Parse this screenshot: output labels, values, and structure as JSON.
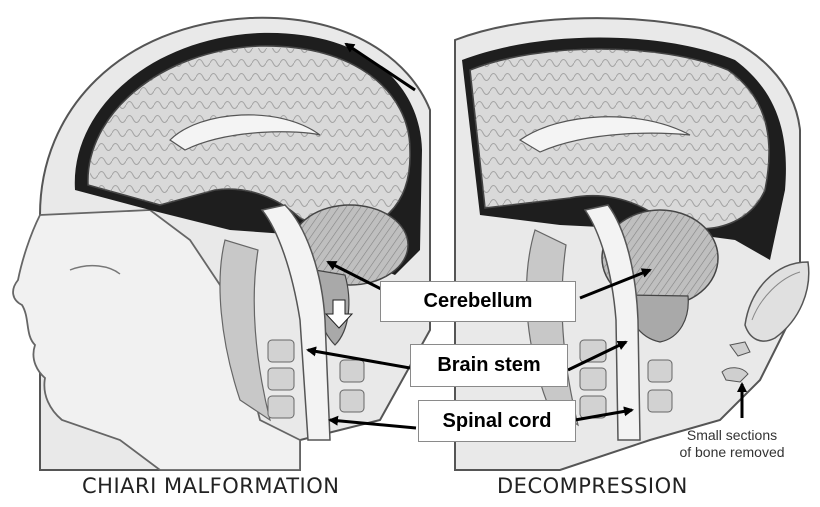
{
  "labels": {
    "cerebellum": "Cerebellum",
    "brain_stem": "Brain stem",
    "spinal_cord": "Spinal cord"
  },
  "note": {
    "line1": "Small sections",
    "line2": "of bone removed"
  },
  "captions": {
    "left": "CHIARI MALFORMATION",
    "right": "DECOMPRESSION"
  }
}
